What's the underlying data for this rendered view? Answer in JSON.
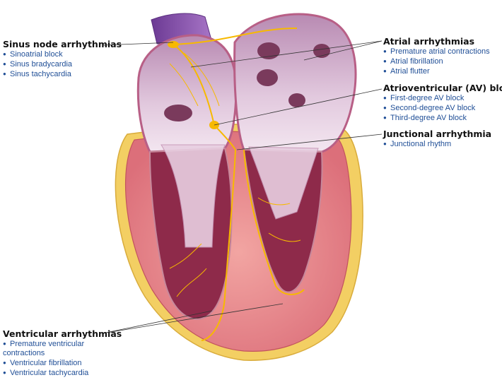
{
  "callouts": {
    "sinus": {
      "title": "Sinus node arrhythmias",
      "items": [
        "Sinoatrial block",
        "Sinus bradycardia",
        "Sinus tachycardia"
      ]
    },
    "atrial": {
      "title": "Atrial arrhythmias",
      "items": [
        "Premature atrial contractions",
        "Atrial fibrillation",
        "Atrial flutter"
      ]
    },
    "av": {
      "title": "Atrioventricular (AV) blocks",
      "items": [
        "First-degree AV block",
        "Second-degree AV block",
        "Third-degree AV block"
      ]
    },
    "junctional": {
      "title": "Junctional arrhythmia",
      "items": [
        "Junctional rhythm"
      ]
    },
    "ventricular": {
      "title": "Ventricular arrhythmias",
      "items": [
        "Premature ventricular contractions",
        "Ventricular fibrillation",
        "Ventricular tachycardia"
      ]
    }
  },
  "colors": {
    "label_title": "#111111",
    "label_item": "#1f4e96",
    "myocardium": "#e9868c",
    "fat": "#f3cf63",
    "chamber_wall": "#c06a8e",
    "conduction": "#f7b900",
    "aorta": "#8a4fb0"
  }
}
